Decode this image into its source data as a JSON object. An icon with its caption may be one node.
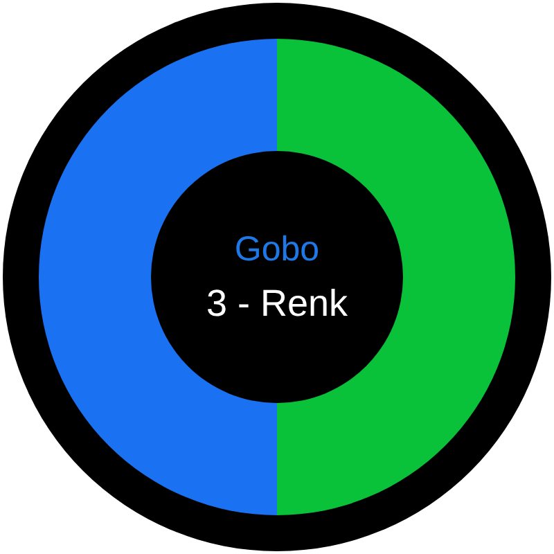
{
  "diagram": {
    "nodes": [
      {
        "text": [],
        "shape": "circle"
      },
      {
        "text": [
          "Gobo",
          "3 - Renk"
        ],
        "in": 0
      }
    ]
  }
}
